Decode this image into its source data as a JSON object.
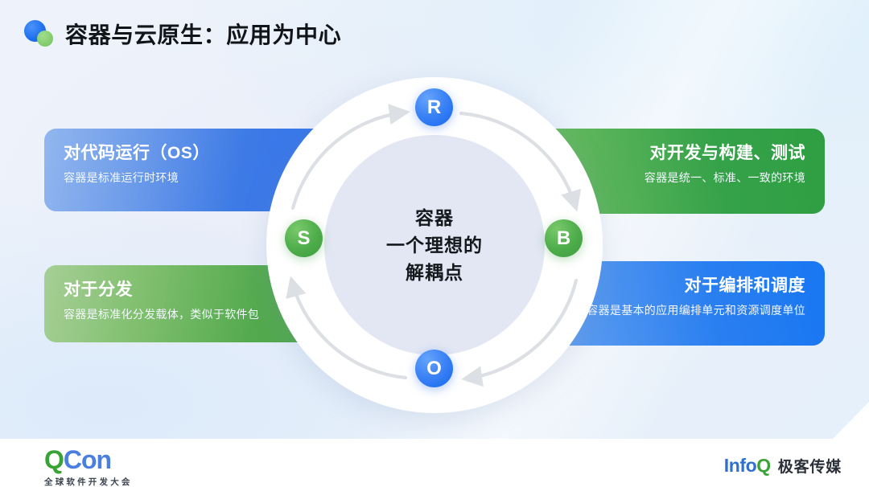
{
  "header": {
    "logo_icon": "blue-green-dots-icon",
    "title": "容器与云原生：应用为中心"
  },
  "cards": [
    {
      "id": "top-left",
      "title": "对代码运行（OS）",
      "subtitle": "容器是标准运行时环境",
      "color": "#3d7ae6",
      "accent": "blue",
      "align": "left"
    },
    {
      "id": "bottom-left",
      "title": "对于分发",
      "subtitle": "容器是标准化分发载体，类似于软件包",
      "color": "#54aa4f",
      "accent": "green",
      "align": "left"
    },
    {
      "id": "top-right",
      "title": "对开发与构建、测试",
      "subtitle": "容器是统一、标准、一致的环境",
      "color": "#35a249",
      "accent": "green",
      "align": "right"
    },
    {
      "id": "bottom-right",
      "title": "对于编排和调度",
      "subtitle": "容器是基本的应用编排单元和资源调度单位",
      "color": "#1877f2",
      "accent": "blue",
      "align": "right"
    }
  ],
  "diagram": {
    "center_lines": [
      "容器",
      "一个理想的",
      "解耦点"
    ],
    "nodes": [
      {
        "id": "node-r",
        "label": "R",
        "position": "top",
        "color": "#3a82f5"
      },
      {
        "id": "node-b",
        "label": "B",
        "position": "right",
        "color": "#4fae4b"
      },
      {
        "id": "node-o",
        "label": "O",
        "position": "bottom",
        "color": "#3a82f5"
      },
      {
        "id": "node-s",
        "label": "S",
        "position": "left",
        "color": "#4fae4b"
      }
    ],
    "flow_direction": "clockwise",
    "arrow_color": "#dcdfe4"
  },
  "footer": {
    "qcon": {
      "letter_q": "Q",
      "letters_con": "Con",
      "tagline": "全球软件开发大会"
    },
    "infoq": {
      "word_info": "Info",
      "letter_q": "Q",
      "brand_cn": "极客传媒"
    }
  }
}
